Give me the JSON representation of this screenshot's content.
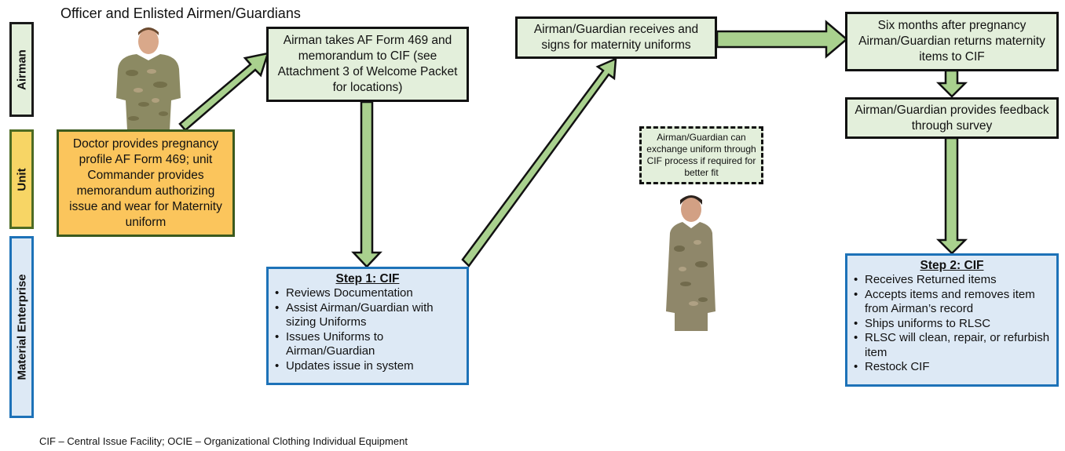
{
  "title": "Officer and Enlisted Airmen/Guardians",
  "lanes": [
    {
      "label": "Airman"
    },
    {
      "label": "Unit"
    },
    {
      "label": "Material Enterprise"
    }
  ],
  "boxes": {
    "doctor": "Doctor provides pregnancy profile AF Form 469; unit Commander provides memorandum authorizing issue and wear for Maternity uniform",
    "airman_takes": "Airman takes AF Form 469 and memorandum to CIF (see Attachment 3 of Welcome Packet for locations)",
    "receives": "Airman/Guardian receives and signs for maternity uniforms",
    "six_months": "Six months after pregnancy Airman/Guardian returns maternity items to CIF",
    "feedback": "Airman/Guardian provides feedback through survey",
    "exchange": "Airman/Guardian can exchange uniform through CIF process if required for better fit"
  },
  "step1": {
    "heading": "Step 1: CIF",
    "items": [
      "Reviews Documentation",
      "Assist Airman/Guardian with sizing Uniforms",
      "Issues Uniforms to Airman/Guardian",
      "Updates issue in system"
    ]
  },
  "step2": {
    "heading": "Step 2: CIF",
    "items": [
      "Receives Returned items",
      "Accepts items and removes item from Airman’s record",
      "Ships uniforms to RLSC",
      "RLSC will clean, repair, or refurbish item",
      "Restock CIF"
    ]
  },
  "images": {
    "airman1": "airman-photo",
    "airman2": "guardian-photo"
  },
  "colors": {
    "green_box": "#e3efdb",
    "arrow_fill": "#a9d18e",
    "orange_box": "#fbc55c",
    "blue_box": "#dde9f5",
    "blue_border": "#1d72b8"
  },
  "footnote": "CIF – Central Issue Facility; OCIE – Organizational Clothing Individual Equipment"
}
